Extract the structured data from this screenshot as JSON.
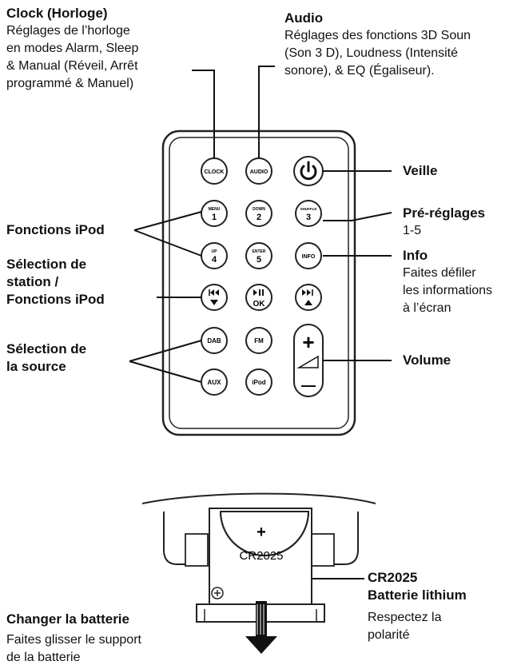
{
  "clock": {
    "title": "Clock (Horloge)",
    "desc": "Réglages de l’horloge\nen modes Alarm, Sleep\n& Manual (Réveil, Arrêt\nprogrammé & Manuel)"
  },
  "audio": {
    "title": "Audio",
    "desc": "Réglages des fonctions 3D Soun\n(Son 3 D), Loudness (Intensité\nsonore), & EQ (Égaliseur)."
  },
  "veille": {
    "title": "Veille"
  },
  "presets": {
    "title": "Pré-réglages",
    "desc": "1-5"
  },
  "info": {
    "title": "Info",
    "desc": "Faites défiler\nles informations\nà l’écran"
  },
  "volume": {
    "title": "Volume"
  },
  "ipod_functions": {
    "title": "Fonctions iPod"
  },
  "station": {
    "title": "Sélection de\nstation /\nFonctions iPod"
  },
  "source": {
    "title": "Sélection de\nla source"
  },
  "buttons": {
    "clock": "CLOCK",
    "audio": "AUDIO",
    "menu_top": "MENU",
    "menu_num": "1",
    "down_top": "DOWN",
    "down_num": "2",
    "shuffle_top": "SHUFFLE",
    "shuffle_num": "3",
    "up_top": "UP",
    "up_num": "4",
    "enter_top": "ENTER",
    "enter_num": "5",
    "info": "INFO",
    "ok": "OK",
    "dab": "DAB",
    "fm": "FM",
    "aux": "AUX",
    "ipod": "iPod",
    "vol_plus": "+",
    "vol_minus": "—"
  },
  "battery": {
    "plus": "+",
    "model": "CR2025",
    "label_title": "CR2025\nBatterie lithium",
    "label_desc": "Respectez la\npolarité"
  },
  "change_battery": {
    "title": "Changer la batterie",
    "desc": "Faites glisser le support\nde la batterie"
  }
}
